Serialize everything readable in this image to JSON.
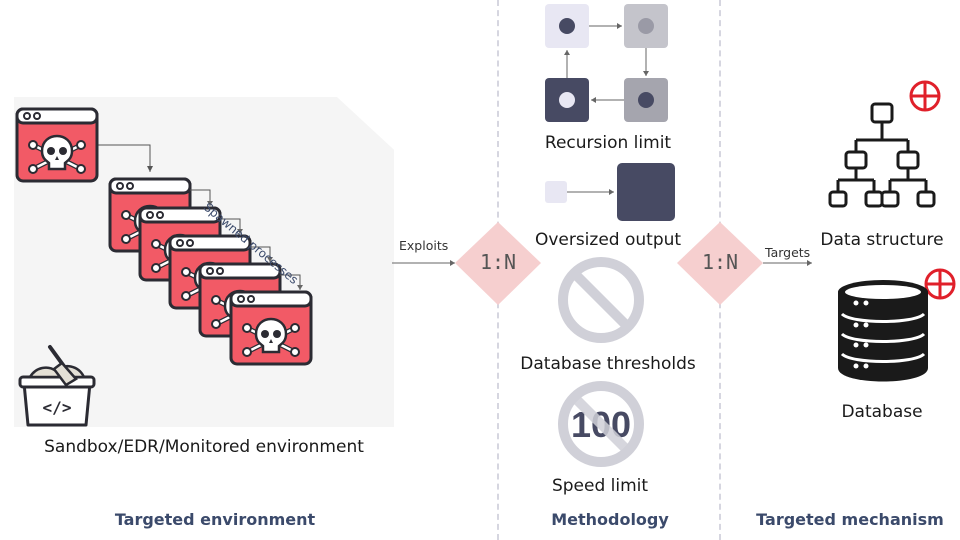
{
  "sections": {
    "environment_title": "Targeted environment",
    "methodology_title": "Methodology",
    "mechanism_title": "Targeted mechanism"
  },
  "environment": {
    "spawned_label": "Spawned processes",
    "sandbox_caption": "Sandbox/EDR/Monitored environment"
  },
  "flow": {
    "exploits_label": "Exploits",
    "targets_label": "Targets",
    "ratio_left": "1:N",
    "ratio_right": "1:N"
  },
  "methods": {
    "recursion": "Recursion limit",
    "oversized": "Oversized output",
    "thresholds": "Database thresholds",
    "speed": "Speed limit",
    "speed_sign_value": "100"
  },
  "mechanisms": {
    "data_structure": "Data structure",
    "database": "Database"
  },
  "colors": {
    "window_red": "#f25a66",
    "window_dark": "#2b2b33",
    "diamond_pink": "#f6cfcf",
    "node_dark": "#474a63",
    "node_light": "#e8e7f3",
    "node_grey": "#c4c4cb",
    "add_red": "#e0202a",
    "title_blue": "#3b4a6b"
  }
}
